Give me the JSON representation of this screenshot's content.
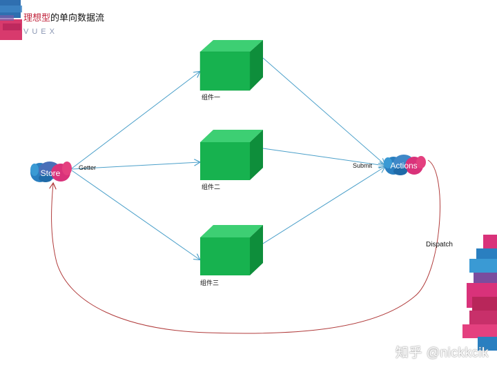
{
  "header": {
    "title_highlight": "理想型",
    "title_rest": "的单向数据流",
    "subtitle": "VUEX"
  },
  "diagram": {
    "nodes": {
      "store": "Store",
      "actions": "Actions",
      "component1": "组件一",
      "component2": "组件二",
      "component3": "组件三"
    },
    "edges": {
      "getter": "Getter",
      "submit": "Submit",
      "dispatch": "Dispatch"
    }
  },
  "watermark": "知乎 @nickkcik",
  "colors": {
    "cube_front": "#17b24f",
    "cube_top": "#3dcf73",
    "cube_side": "#0e8e3b",
    "arrow_blue": "#4a9fc9",
    "arrow_red": "#b03a3a",
    "brush_blue": "#2a7fc0",
    "brush_pink": "#d9327a"
  }
}
